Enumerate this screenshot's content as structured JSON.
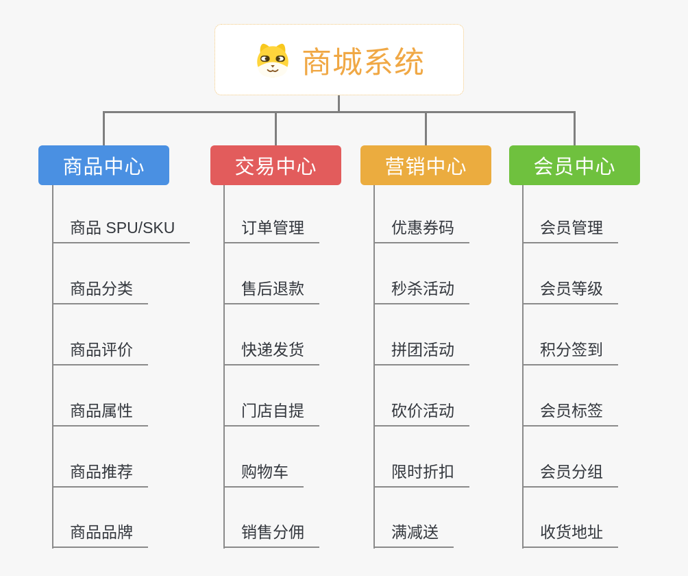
{
  "root": {
    "title": "商城系统",
    "icon": "dog-face-icon"
  },
  "branches": [
    {
      "label": "商品中心",
      "color": "#4a90e2",
      "items": [
        "商品 SPU/SKU",
        "商品分类",
        "商品评价",
        "商品属性",
        "商品推荐",
        "商品品牌"
      ]
    },
    {
      "label": "交易中心",
      "color": "#e25c5c",
      "items": [
        "订单管理",
        "售后退款",
        "快递发货",
        "门店自提",
        "购物车",
        "销售分佣"
      ]
    },
    {
      "label": "营销中心",
      "color": "#ebac3f",
      "items": [
        "优惠券码",
        "秒杀活动",
        "拼团活动",
        "砍价活动",
        "限时折扣",
        "满减送"
      ]
    },
    {
      "label": "会员中心",
      "color": "#6fc13e",
      "items": [
        "会员管理",
        "会员等级",
        "积分签到",
        "会员标签",
        "会员分组",
        "收货地址"
      ]
    }
  ],
  "colors": {
    "background": "#f7f7f7",
    "root_text": "#f0a845",
    "root_border": "#f2c77c",
    "connector_line": "#7f7f7f",
    "item_underline": "#8a8a8a",
    "item_text": "#33373d",
    "branch_text": "#ffffff"
  }
}
